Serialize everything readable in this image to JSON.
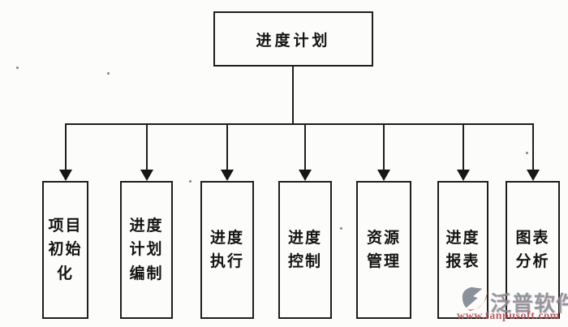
{
  "diagram": {
    "type": "flowchart",
    "root": {
      "label": "进度计划"
    },
    "children": [
      {
        "label": "项目初始化",
        "text": "项目\n初始\n化"
      },
      {
        "label": "进度计划编制",
        "text": "进度\n计划\n编制"
      },
      {
        "label": "进度执行",
        "text": "进度\n执行"
      },
      {
        "label": "进度控制",
        "text": "进度\n控制"
      },
      {
        "label": "资源管理",
        "text": "资源\n管理"
      },
      {
        "label": "进度报表",
        "text": "进度\n报表"
      },
      {
        "label": "图表分析",
        "text": "图表\n分析"
      }
    ]
  },
  "watermark": {
    "brand": "泛普软件",
    "url": "www.fanpusoft.com",
    "brand_color": "#868c96",
    "url_color": "#b4575c",
    "logo_gray": "#7e858f",
    "logo_red": "#c5484f"
  },
  "colors": {
    "line": "#1e1e1e",
    "background": "#fcfcfb"
  }
}
